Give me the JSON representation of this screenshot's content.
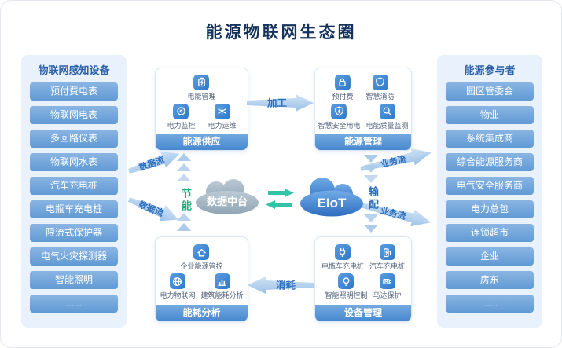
{
  "title": "能源物联网生态圈",
  "colors": {
    "accent_blue": "#2e78c8",
    "panel_bg": "#e9f2fc",
    "pill_blue": "#619ad4",
    "cloud_blue": "#2d6dc0",
    "cloud_gray": "#90a6b6",
    "exchange_teal": "#34c2a6",
    "save_green": "#27a87c",
    "title_navy": "#16335e"
  },
  "left_panel": {
    "title": "物联网感知设备",
    "items": [
      "预付费电表",
      "物联网电表",
      "多回路仪表",
      "物联网水表",
      "汽车充电桩",
      "电瓶车充电桩",
      "限流式保护器",
      "电气火灾探测器",
      "智能照明",
      "......"
    ]
  },
  "right_panel": {
    "title": "能源参与者",
    "items": [
      "园区管委会",
      "物业",
      "系统集成商",
      "综合能源服务商",
      "电气安全服务商",
      "电力总包",
      "连锁超市",
      "企业",
      "房东",
      "......"
    ]
  },
  "modules": {
    "supply": {
      "title": "能源供应",
      "rows": [
        [
          {
            "label": "电能管理",
            "icon": "energy-meter-icon"
          }
        ],
        [
          {
            "label": "电力监控",
            "icon": "monitor-icon"
          },
          {
            "label": "电力运维",
            "icon": "maintenance-icon"
          }
        ]
      ]
    },
    "management": {
      "title": "能源管理",
      "rows": [
        [
          {
            "label": "预付费",
            "icon": "prepaid-lock-icon"
          },
          {
            "label": "智慧消防",
            "icon": "fire-shield-icon"
          }
        ],
        [
          {
            "label": "智慧安全用电",
            "icon": "safe-power-shield-icon"
          },
          {
            "label": "电能质量监测",
            "icon": "quality-monitor-icon"
          }
        ]
      ]
    },
    "analysis": {
      "title": "能耗分析",
      "rows": [
        [
          {
            "label": "企业能源管控",
            "icon": "enterprise-energy-icon"
          }
        ],
        [
          {
            "label": "电力物联网",
            "icon": "power-iot-globe-icon"
          },
          {
            "label": "建筑能耗分析",
            "icon": "energy-chart-icon"
          }
        ]
      ]
    },
    "device": {
      "title": "设备管理",
      "rows": [
        [
          {
            "label": "电瓶车充电桩",
            "icon": "ebike-charger-icon"
          },
          {
            "label": "汽车充电桩",
            "icon": "car-charger-icon"
          }
        ],
        [
          {
            "label": "智能照明控制",
            "icon": "lighting-bulb-icon"
          },
          {
            "label": "马达保护",
            "icon": "motor-protection-icon"
          }
        ]
      ]
    }
  },
  "center": {
    "data_platform": "数据中台",
    "eiot": "EIoT"
  },
  "flows": {
    "process": "加工",
    "consume": "消耗",
    "save": "节能",
    "distribute": "输配",
    "data_flow_upper": "数据流",
    "data_flow_lower": "数据流",
    "business_flow_upper": "业务流",
    "business_flow_lower": "业务流"
  }
}
